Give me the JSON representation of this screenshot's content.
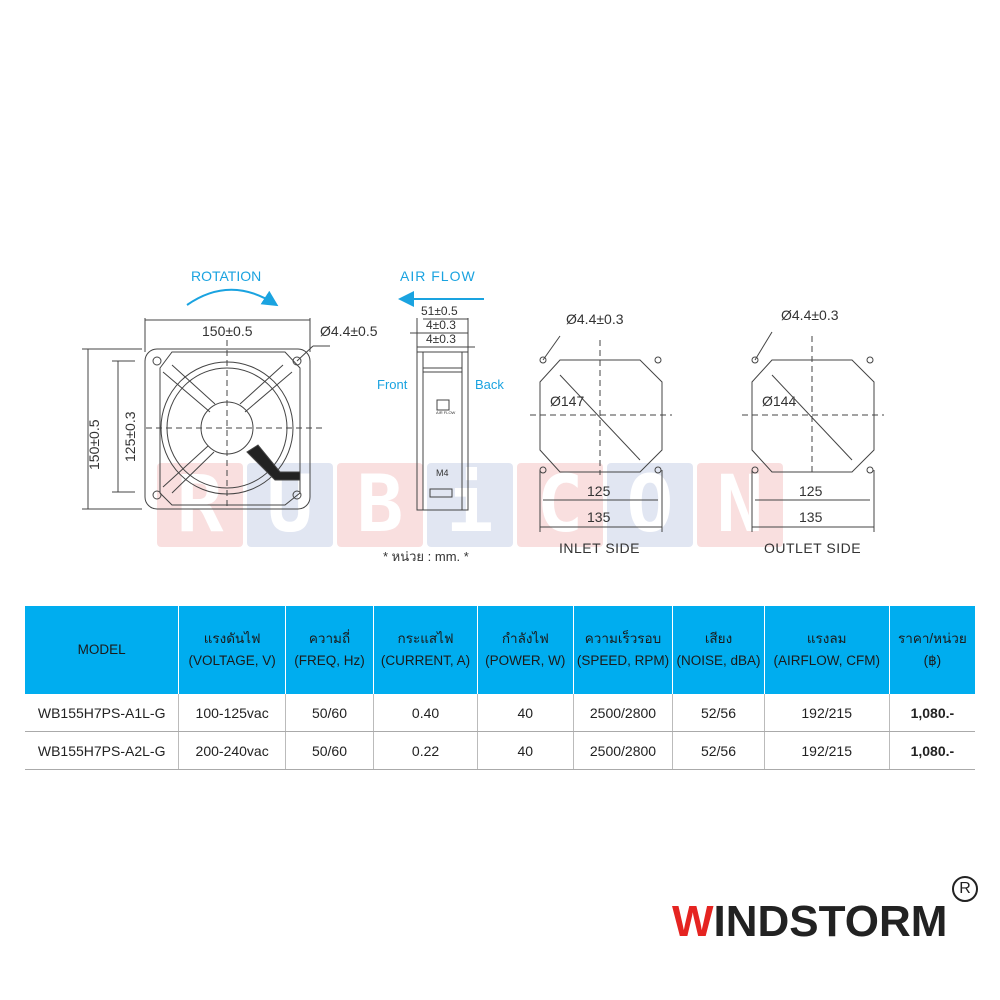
{
  "drawing": {
    "rotation_label": "ROTATION",
    "airflow_label": "AIR FLOW",
    "front_width": "150±0.5",
    "front_height": "150±0.5",
    "hole_spacing": "125±0.3",
    "hole_dia_front": "Ø4.4±0.5",
    "depth": "51±0.5",
    "flange1": "4±0.3",
    "flange2": "4±0.3",
    "front_label": "Front",
    "back_label": "Back",
    "screw_label": "M4",
    "side_airflow_text": "AIR FLOW",
    "unit_note": "* หน่วย : mm. *",
    "inlet": {
      "hole_dia": "Ø4.4±0.3",
      "cutout": "Ø147",
      "dim_inner": "125",
      "dim_outer": "135",
      "title": "INLET SIDE"
    },
    "outlet": {
      "hole_dia": "Ø4.4±0.3",
      "cutout": "Ø144",
      "dim_inner": "125",
      "dim_outer": "135",
      "title": "OUTLET SIDE"
    },
    "watermark": [
      "R",
      "U",
      "B",
      "i",
      "C",
      "O",
      "N"
    ],
    "accent_color": "#1aa3e0"
  },
  "table": {
    "header_color": "#00adef",
    "headers": [
      {
        "th": "",
        "en": "MODEL"
      },
      {
        "th": "แรงดันไฟ",
        "en": "(VOLTAGE, V)"
      },
      {
        "th": "ความถี่",
        "en": "(FREQ, Hz)"
      },
      {
        "th": "กระแสไฟ",
        "en": "(CURRENT, A)"
      },
      {
        "th": "กำลังไฟ",
        "en": "(POWER, W)"
      },
      {
        "th": "ความเร็วรอบ",
        "en": "(SPEED, RPM)"
      },
      {
        "th": "เสียง",
        "en": "(NOISE, dBA)"
      },
      {
        "th": "แรงลม",
        "en": "(AIRFLOW, CFM)"
      },
      {
        "th": "ราคา/หน่วย",
        "en": "(฿)"
      }
    ],
    "rows": [
      [
        "WB155H7PS-A1L-G",
        "100-125vac",
        "50/60",
        "0.40",
        "40",
        "2500/2800",
        "52/56",
        "192/215",
        "1,080.-"
      ],
      [
        "WB155H7PS-A2L-G",
        "200-240vac",
        "50/60",
        "0.22",
        "40",
        "2500/2800",
        "52/56",
        "192/215",
        "1,080.-"
      ]
    ]
  },
  "logo": {
    "first": "W",
    "rest": "INDSTORM",
    "reg": "R",
    "color": "#e52421"
  }
}
